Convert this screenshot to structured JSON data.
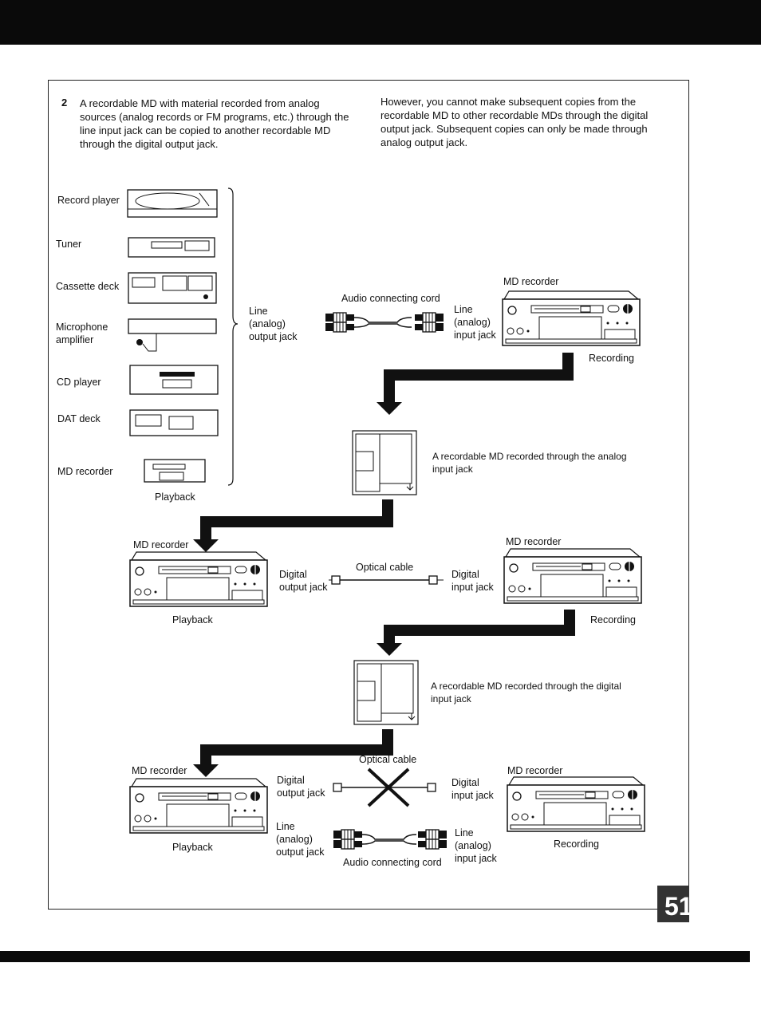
{
  "step": {
    "number": "2",
    "left_text": "A recordable MD with material recorded from analog sources (analog records or FM programs, etc.) through the line input jack can be copied to another recordable MD through the digital output jack.",
    "right_text": "However, you cannot make subsequent copies from the recordable MD to other recordable MDs through the digital output jack. Subsequent copies can only be made through analog output jack."
  },
  "sources": [
    "Record player",
    "Tuner",
    "Cassette deck",
    "Microphone amplifier",
    "CD player",
    "DAT deck",
    "MD recorder"
  ],
  "sources_caption": "Playback",
  "labels": {
    "line_analog_output": "Line (analog) output jack",
    "line_analog_input": "Line (analog) input jack",
    "audio_connecting_cord": "Audio connecting cord",
    "md_recorder": "MD recorder",
    "recording": "Recording",
    "playback": "Playback",
    "optical_cable": "Optical cable",
    "digital_output": "Digital output jack",
    "digital_input": "Digital input jack",
    "md_analog_caption": "A recordable MD recorded through the analog input jack",
    "md_digital_caption": "A recordable MD recorded through the digital input jack"
  },
  "page_number": "51"
}
